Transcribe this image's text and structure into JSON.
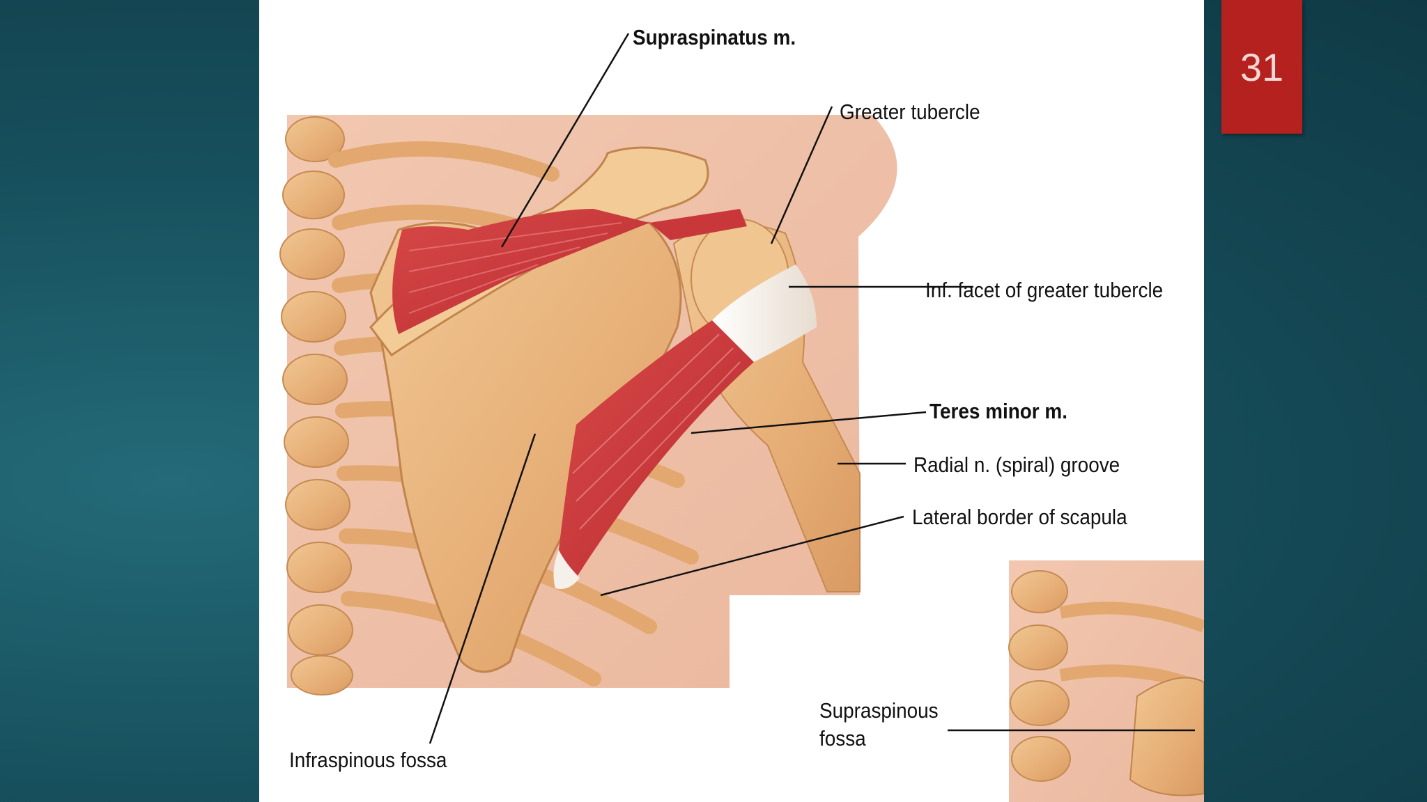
{
  "slide": {
    "number": "31"
  },
  "labels": {
    "supraspinatus_m": "Supraspinatus m.",
    "greater_tubercle": "Greater tubercle",
    "inf_facet": "Inf. facet of greater tubercle",
    "teres_minor": "Teres minor m.",
    "radial_groove": "Radial n. (spiral) groove",
    "lateral_border": "Lateral border of scapula",
    "infraspinous_fossa": "Infraspinous fossa",
    "supraspinous_fossa_line1": "Supraspinous",
    "supraspinous_fossa_line2": "fossa"
  },
  "colors": {
    "background": "#17505d",
    "slide_number_box": "#b5211e",
    "bone": "#e8b27c",
    "muscle": "#c9373a",
    "tendon": "#f4efe8"
  }
}
